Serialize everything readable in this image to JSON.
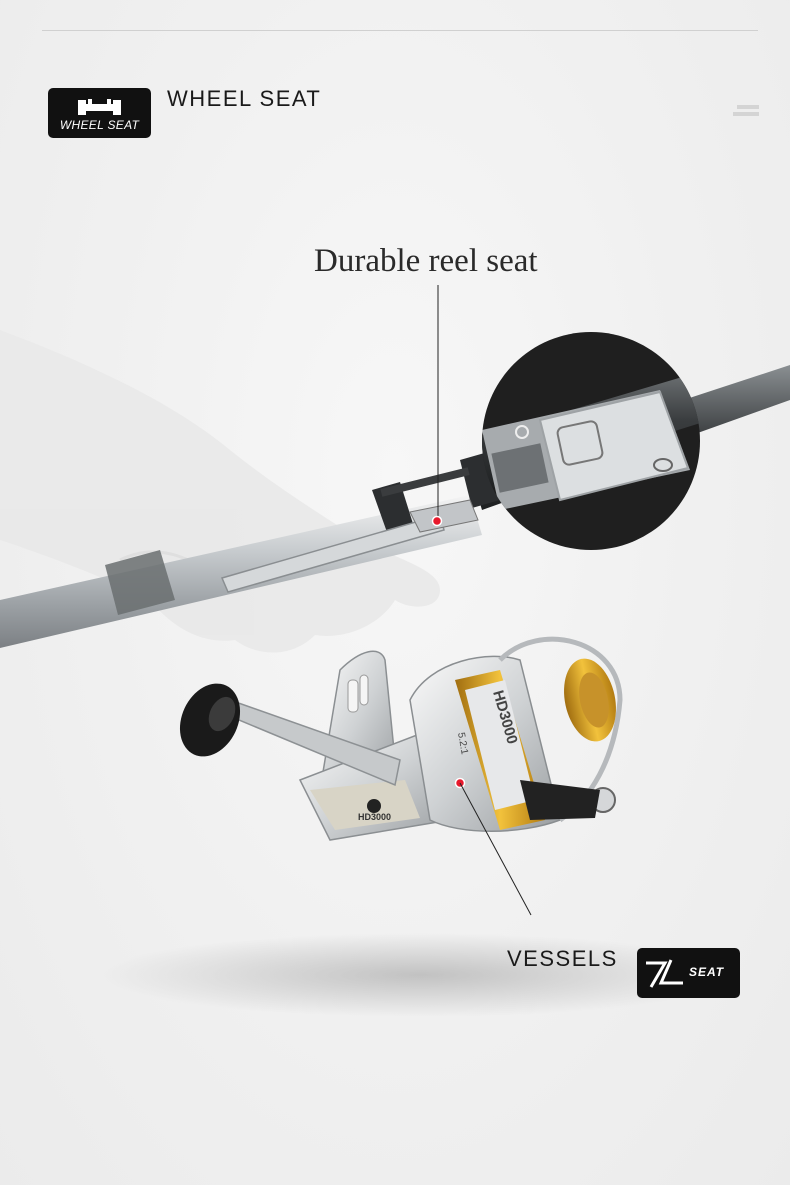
{
  "header": {
    "badge_label": "WHEEL SEAT",
    "title": "WHEEL SEAT"
  },
  "callouts": {
    "reel_seat": "Durable reel seat",
    "vessels": "VESSELS"
  },
  "reel": {
    "model_spool": "HD3000",
    "model_body": "HD3000",
    "ratio": "5.2:1"
  },
  "footer_badge": {
    "logo_mark": "7L",
    "label": "SEAT"
  },
  "colors": {
    "badge_bg": "#111111",
    "accent_dot": "#e8192c",
    "gold": "#d9a21c"
  }
}
